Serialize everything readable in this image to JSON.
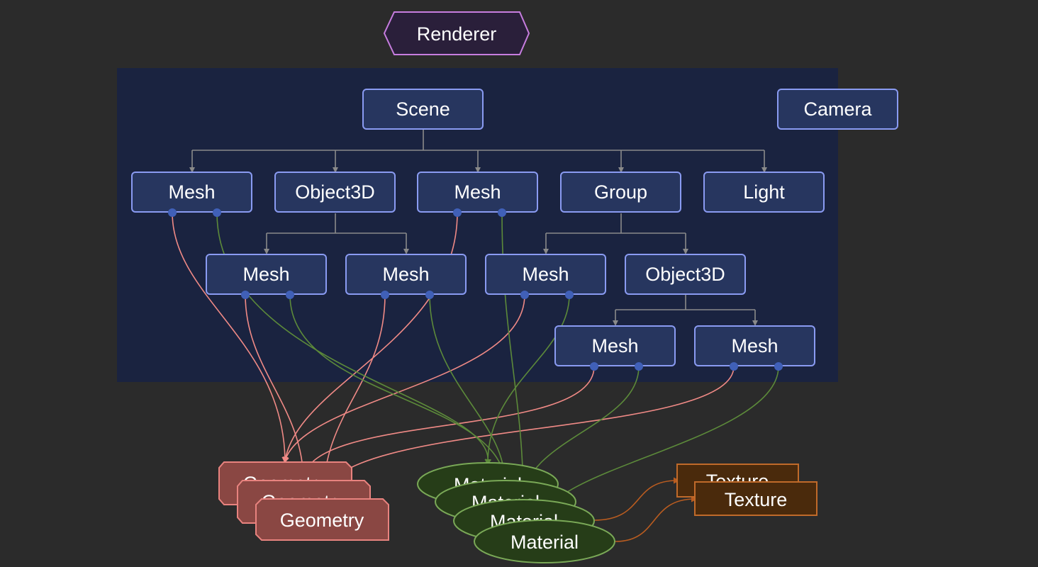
{
  "renderer": {
    "label": "Renderer"
  },
  "scene_graph": {
    "scene": "Scene",
    "camera": "Camera",
    "level1": [
      "Mesh",
      "Object3D",
      "Mesh",
      "Group",
      "Light"
    ],
    "level2": [
      "Mesh",
      "Mesh",
      "Mesh",
      "Object3D"
    ],
    "level3": [
      "Mesh",
      "Mesh"
    ]
  },
  "resources": {
    "geometry_label": "Geometry",
    "material_label": "Material",
    "texture_label": "Texture"
  },
  "colors": {
    "background": "#2b2b2b",
    "scene_panel": "#1a2340",
    "node_fill": "#27365f",
    "node_border": "#8a9bf2",
    "renderer_fill": "#2a1f3a",
    "renderer_border": "#c77ddf",
    "geometry_fill": "#8a4743",
    "geometry_border": "#e8837f",
    "geometry_edge": "#f08a86",
    "material_fill": "#263d18",
    "material_border": "#7aa957",
    "material_edge": "#5c8a3a",
    "texture_fill": "#4a2a0c",
    "texture_border": "#c06a2a",
    "texture_edge": "#b95c20",
    "tree_edge": "#8a8a8a"
  }
}
